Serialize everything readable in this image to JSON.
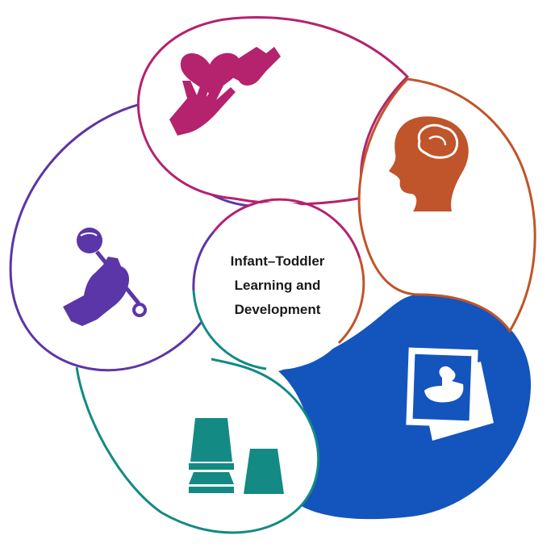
{
  "center": {
    "line1": "Infant–Toddler",
    "line2": "Learning and",
    "line3": "Development"
  },
  "petals": [
    {
      "id": "social-emotional",
      "icon": "hands-heart-icon",
      "color": "#b5226e"
    },
    {
      "id": "cognitive",
      "icon": "child-head-brain-icon",
      "color": "#c0542a"
    },
    {
      "id": "language",
      "icon": "duck-picture-card-icon",
      "color": "#1454bd"
    },
    {
      "id": "perceptual-motor",
      "icon": "stacking-cups-icon",
      "color": "#138a84"
    },
    {
      "id": "physical",
      "icon": "hand-rattle-icon",
      "color": "#5b36a8"
    }
  ]
}
